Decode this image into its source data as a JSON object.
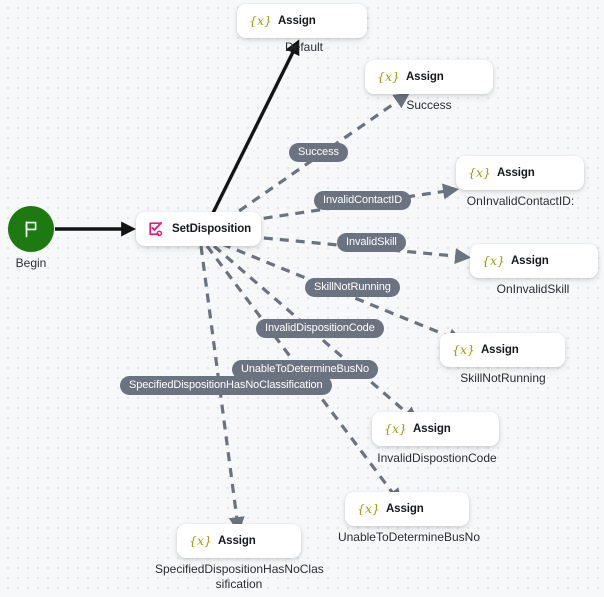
{
  "diagram": {
    "type": "workflow-graph",
    "background": "#f7f8f9",
    "accent_node_icon_color": "#9d9d06",
    "action_icon_color": "#e8197d",
    "start_node_color": "#1d7a11",
    "edge_color": "#6b7280",
    "default_edge_color": "#141414",
    "start": {
      "name": "Begin",
      "icon": "flag-icon",
      "caption": "Begin"
    },
    "action": {
      "title": "SetDisposition",
      "icon": "set-disposition-icon"
    },
    "nodes": [
      {
        "id": "default",
        "title": "Assign",
        "icon": "variable-icon",
        "caption": ""
      },
      {
        "id": "success",
        "title": "Assign",
        "icon": "variable-icon",
        "caption": "Success"
      },
      {
        "id": "invalidcontact",
        "title": "Assign",
        "icon": "variable-icon",
        "caption": "OnInvalidContactID:"
      },
      {
        "id": "invalidskill",
        "title": "Assign",
        "icon": "variable-icon",
        "caption": "OnInvalidSkill"
      },
      {
        "id": "skillnotrun",
        "title": "Assign",
        "icon": "variable-icon",
        "caption": "SkillNotRunning"
      },
      {
        "id": "invaliddisp",
        "title": "Assign",
        "icon": "variable-icon",
        "caption": "InvalidDispostionCode"
      },
      {
        "id": "unabledet",
        "title": "Assign",
        "icon": "variable-icon",
        "caption": "UnableToDetermineBusNo"
      },
      {
        "id": "specifieddisp",
        "title": "Assign",
        "icon": "variable-icon",
        "caption": "SpecifiedDispositionHasNoClas\nsification"
      }
    ],
    "edge_labels": [
      {
        "id": "default-label",
        "text": "Default"
      },
      {
        "id": "success",
        "text": "Success"
      },
      {
        "id": "invalidcontact",
        "text": "InvalidContactID"
      },
      {
        "id": "invalidskill",
        "text": "InvalidSkill"
      },
      {
        "id": "skillnotrun",
        "text": "SkillNotRunning"
      },
      {
        "id": "invaliddisp",
        "text": "InvalidDispositionCode"
      },
      {
        "id": "unabledet",
        "text": "UnableToDetermineBusNo"
      },
      {
        "id": "specifieddisp",
        "text": "SpecifiedDispositionHasNoClassification"
      }
    ]
  }
}
